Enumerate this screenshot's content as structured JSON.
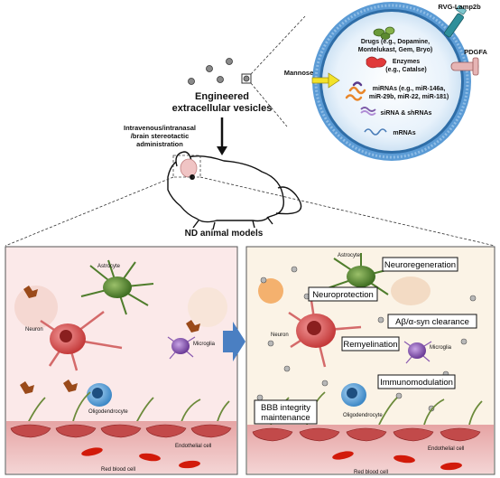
{
  "vesicle": {
    "title_line1": "Engineered",
    "title_line2": "extracellular vesicles",
    "surface": {
      "rvg": "RVG-Lamp2b",
      "pdgfa": "PDGFA",
      "mannose": "Mannose"
    },
    "cargo": {
      "drugs_line1": "Drugs (e.g., Dopamine,",
      "drugs_line2": "Montelukast, Gem, Bryo)",
      "enzymes_line1": "Enzymes",
      "enzymes_line2": "(e.g., Catalse)",
      "mirnas_line1": "miRNAs (e.g., miR-146a,",
      "mirnas_line2": "miR-29b, miR-22, miR-181)",
      "sirna": "siRNA & shRNAs",
      "mrna": "mRNAs"
    }
  },
  "administration": {
    "line1": "Intravenous/intranasal",
    "line2": "/brain stereotactic",
    "line3": "administration"
  },
  "animal_label": "ND animal models",
  "left_panel": {
    "astrocyte": "Astrocyte",
    "neuron": "Neuron",
    "microglia": "Microglia",
    "oligodendrocyte": "Oligodendrocyte",
    "endothelial": "Endothelial cell",
    "rbc": "Red blood cell"
  },
  "right_panel": {
    "astrocyte": "Astrocyte",
    "neuron": "Neuron",
    "microglia": "Microglia",
    "oligodendrocyte": "Oligodendrocyte",
    "endothelial": "Endothelial cell",
    "rbc": "Red blood cell",
    "effects": {
      "neuroregeneration": "Neuroregeneration",
      "neuroprotection": "Neuroprotection",
      "abeta": "Aβ/α-syn clearance",
      "remyelination": "Remyelination",
      "immunomodulation": "Immunomodulation",
      "bbb_line1": "BBB integrity",
      "bbb_line2": "maintenance"
    }
  }
}
